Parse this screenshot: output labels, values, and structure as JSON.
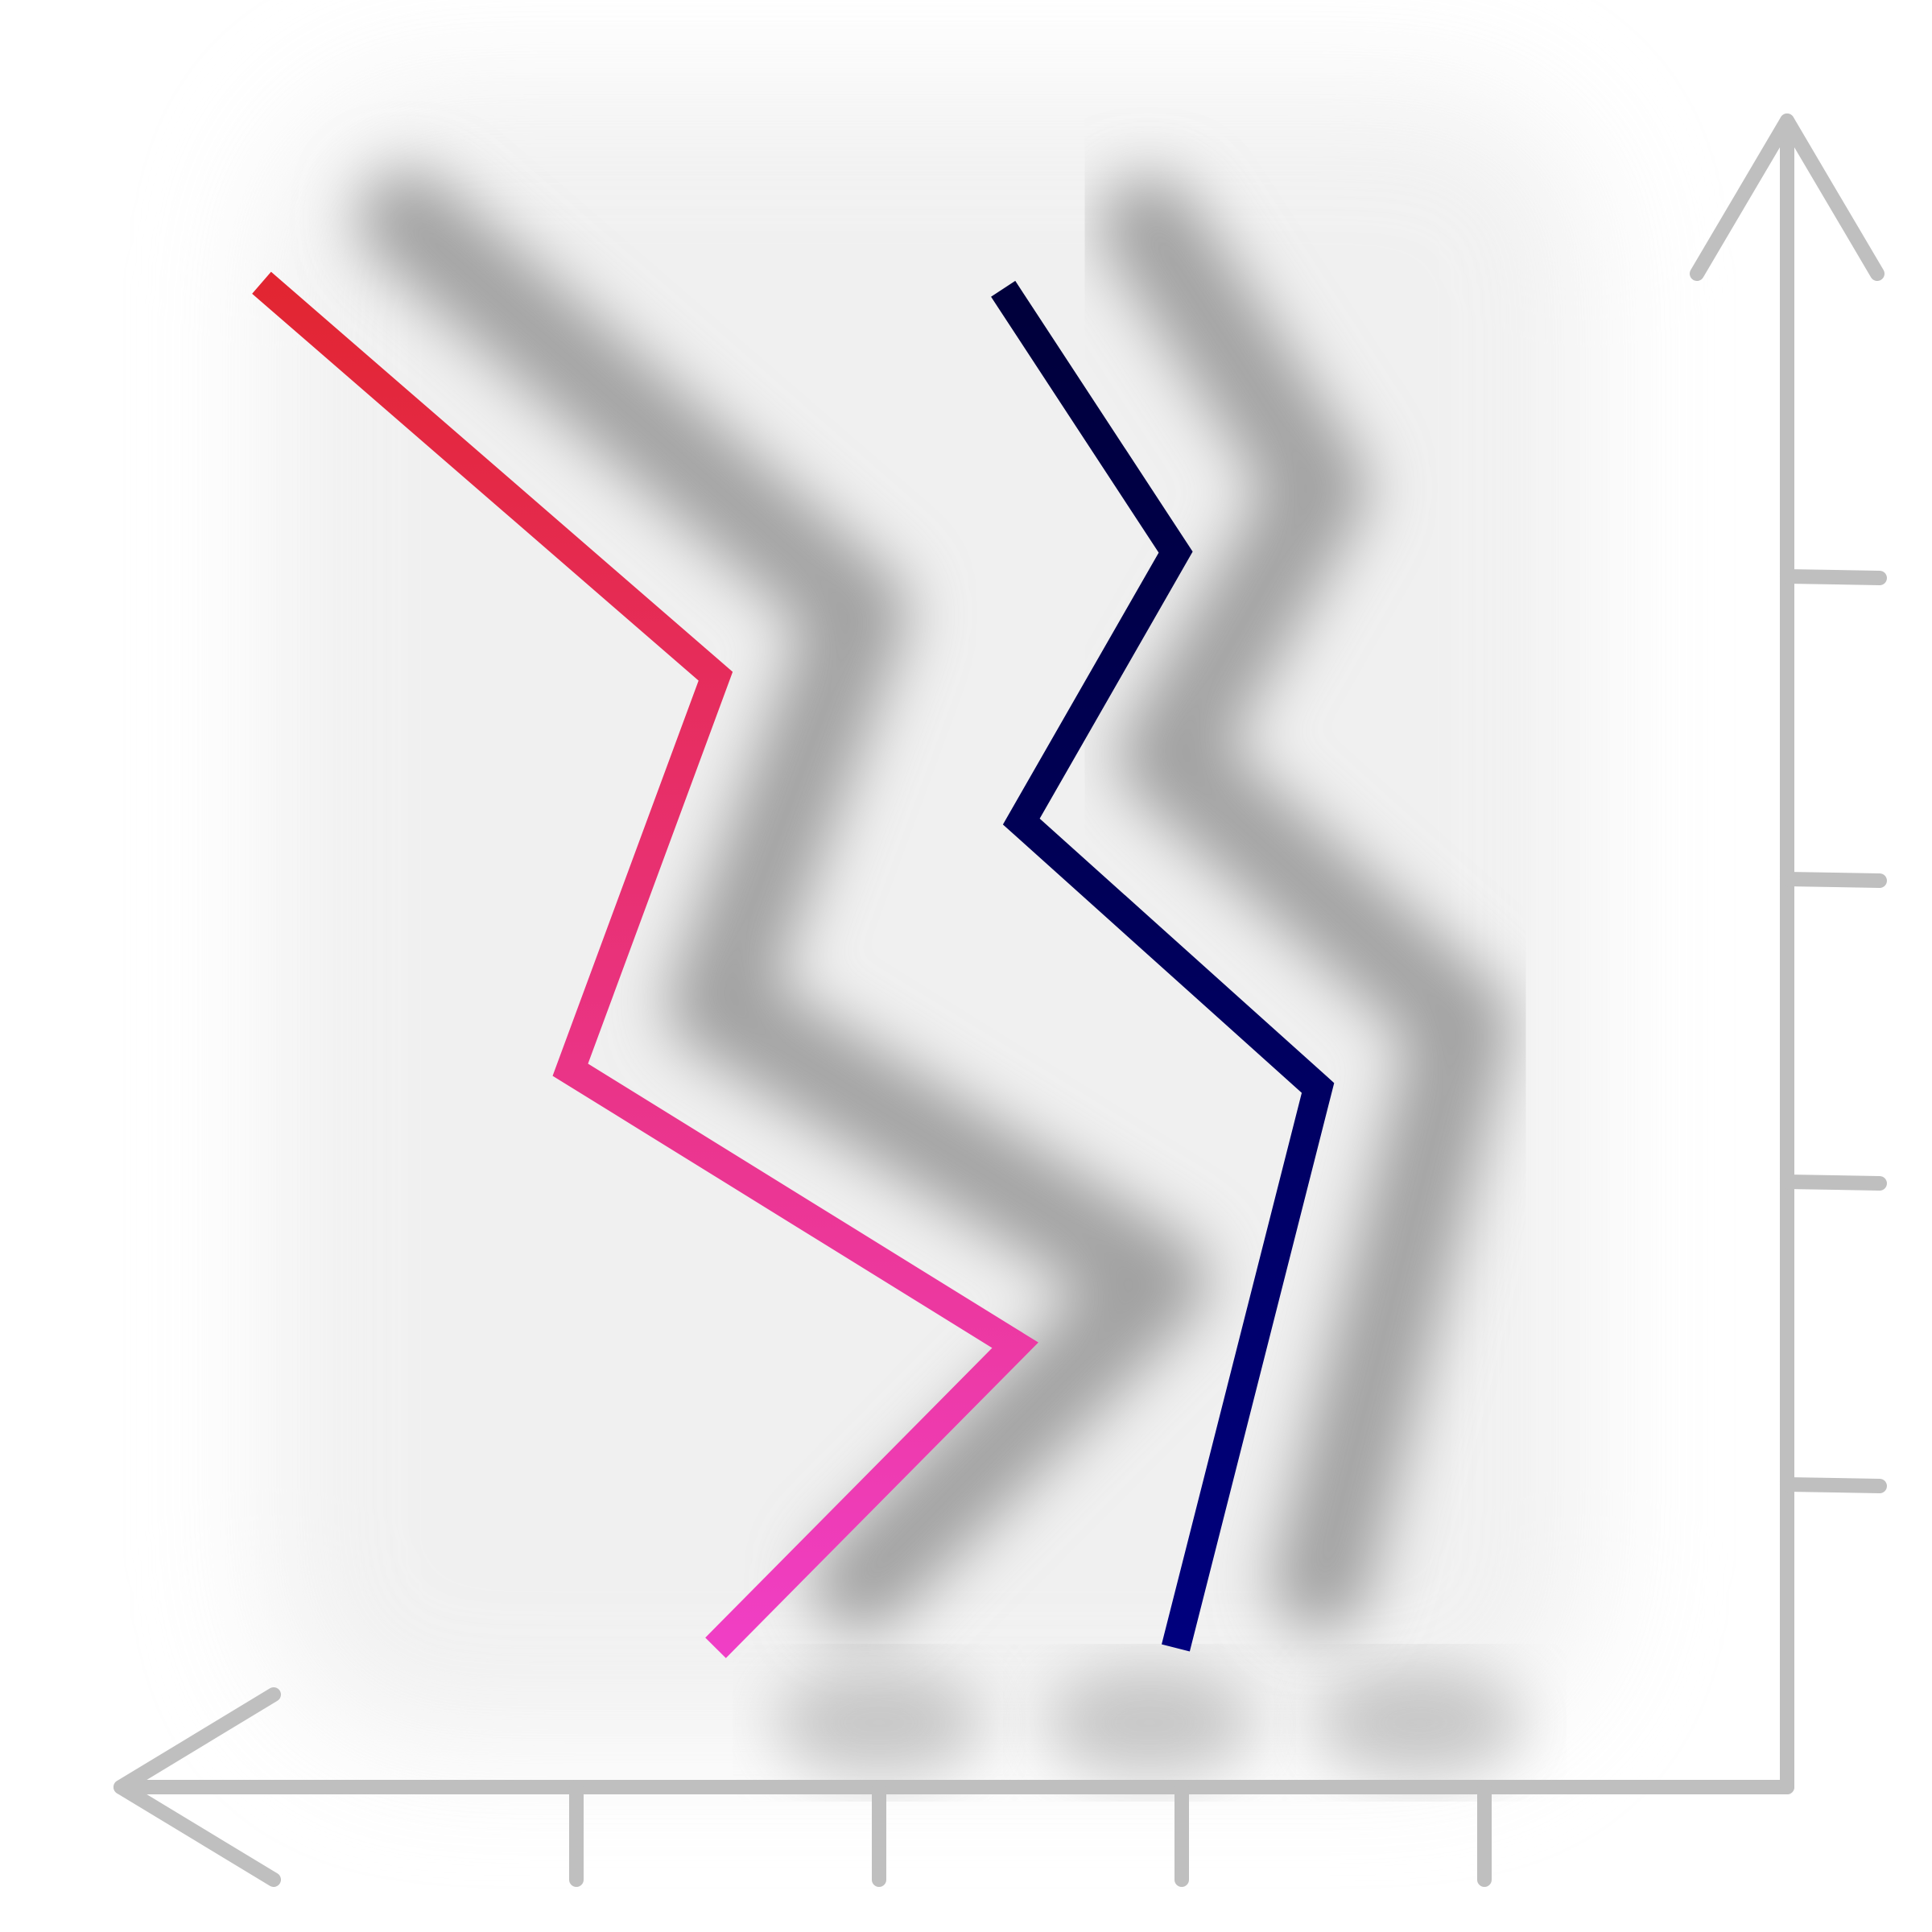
{
  "chart_data": {
    "type": "line",
    "orientation": "mirrored",
    "title": "",
    "xlabel": "",
    "ylabel": "",
    "grid": false,
    "legend": "none",
    "x_ticks": 4,
    "y_ticks": 4,
    "series": [
      {
        "color_start": "#e22530",
        "color_end": "#f03fc8",
        "points": [
          [
            5.04,
            4.97
          ],
          [
            3.54,
            3.67
          ],
          [
            4.02,
            2.37
          ],
          [
            2.55,
            1.46
          ],
          [
            3.54,
            0.46
          ]
        ]
      },
      {
        "color_start": "#00003a",
        "color_end": "#00007f",
        "points": [
          [
            2.59,
            4.95
          ],
          [
            2.02,
            4.08
          ],
          [
            2.53,
            3.19
          ],
          [
            1.55,
            2.31
          ],
          [
            2.02,
            0.46
          ]
        ]
      }
    ]
  },
  "colors": {
    "axis": "#bfbfbf",
    "shadow": "#a0a0a0",
    "backdrop": "#ececec"
  }
}
